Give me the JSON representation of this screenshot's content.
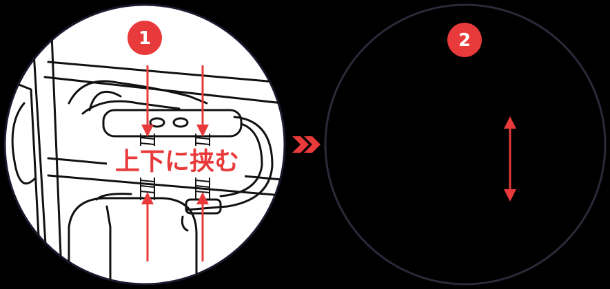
{
  "steps": [
    {
      "number": "1",
      "instruction": "上下に挟む"
    },
    {
      "number": "2"
    }
  ],
  "colors": {
    "accent": "#e83a3a",
    "line": "#1a1a2e",
    "panel": "#ffffff",
    "background": "#000000"
  },
  "icons": [
    "double-chevron-right-icon",
    "vertical-double-arrow-icon",
    "down-arrow-icon",
    "up-arrow-icon"
  ]
}
